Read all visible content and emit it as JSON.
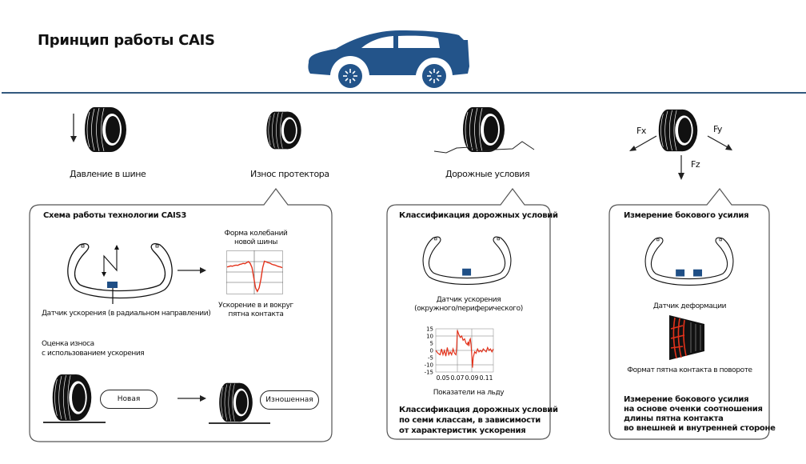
{
  "header": {
    "title": "Принцип работы CAIS",
    "car_color": "#23548a"
  },
  "categories": [
    {
      "label": "Давление в шине"
    },
    {
      "label": "Износ протектора"
    },
    {
      "label": "Дорожные условия"
    },
    {
      "label": "",
      "forces": [
        "Fx",
        "Fy",
        "Fz"
      ]
    }
  ],
  "panel_wear": {
    "title": "Схема работы технологии CAIS3",
    "sensor_label": "Датчик ускорения (в радиальном направлении)",
    "wave_title_line1": "Форма колебаний",
    "wave_title_line2": "новой шины",
    "wave_caption_line1": "Ускорение в и вокруг",
    "wave_caption_line2": "пятна контакта",
    "estimate_line1": "Оценка износа",
    "estimate_line2": "с использованием ускорения",
    "tire_new_label": "Новая",
    "tire_worn_label": "Изношенная"
  },
  "panel_road": {
    "title": "Классификация дорожных условий",
    "sensor_line1": "Датчик ускорения",
    "sensor_line2": "(окружного/периферического)",
    "chart_caption": "Показатели на льду",
    "foot_line1": "Классификация дорожных условий",
    "foot_line2": "по семи классам, в зависимости",
    "foot_line3": "от характеристик ускорения"
  },
  "panel_force": {
    "title": "Измерение бокового усилия",
    "sensor_label": "Датчик деформации",
    "patch_label": "Формат пятна контакта в повороте",
    "foot_line1": "Измерение бокового усилия",
    "foot_line2": "на основе оченки соотношения",
    "foot_line3": "длины пятна контакта",
    "foot_line4": "во внешней и внутренней стороне"
  },
  "colors": {
    "accent_blue": "#23548a",
    "signal_red": "#e3321b",
    "sensor_blue": "#1f4f86"
  },
  "chart_data": {
    "type": "line",
    "title": "",
    "xlabel": "Показатели на льду",
    "ylabel": "",
    "x_ticks": [
      "0.05",
      "0.07",
      "0.09",
      "0.11"
    ],
    "y_ticks": [
      "15",
      "10",
      "5",
      "0",
      "-5",
      "-10",
      "-15"
    ],
    "xlim": [
      0.04,
      0.12
    ],
    "ylim": [
      -15,
      15
    ],
    "grid": true,
    "series": [
      {
        "name": "acceleration",
        "x": [
          0.04,
          0.043,
          0.046,
          0.048,
          0.05,
          0.052,
          0.054,
          0.056,
          0.058,
          0.06,
          0.062,
          0.064,
          0.066,
          0.068,
          0.069,
          0.07,
          0.072,
          0.074,
          0.076,
          0.078,
          0.08,
          0.082,
          0.084,
          0.085,
          0.086,
          0.087,
          0.088,
          0.089,
          0.09,
          0.091,
          0.092,
          0.094,
          0.096,
          0.098,
          0.1,
          0.102,
          0.104,
          0.106,
          0.108,
          0.11,
          0.112,
          0.114,
          0.116,
          0.118,
          0.12
        ],
        "y": [
          0,
          -2,
          -3,
          1,
          -3,
          0,
          -4,
          2,
          -3,
          -1,
          -3,
          1,
          -2,
          -3,
          2,
          14,
          11,
          9,
          10,
          7,
          8,
          5,
          4,
          6,
          3,
          7,
          8,
          4,
          -3,
          -12,
          -5,
          -1,
          -2,
          1,
          -1,
          0,
          -1,
          1,
          0,
          -1,
          2,
          0,
          1,
          -1,
          1
        ]
      }
    ]
  },
  "wave_data": {
    "type": "line",
    "series": [
      {
        "name": "new-tire-waveform",
        "y": [
          0.35,
          0.38,
          0.42,
          0.4,
          0.45,
          0.48,
          0.46,
          0.52,
          0.55,
          0.6,
          0.58,
          0.65,
          0.72,
          0.6,
          0.3,
          -0.4,
          -1.1,
          -1.35,
          -1.1,
          -0.5,
          0.3,
          0.75,
          0.7,
          0.65,
          0.62,
          0.55,
          0.5,
          0.48,
          0.42,
          0.38,
          0.35,
          0.3
        ]
      }
    ]
  }
}
